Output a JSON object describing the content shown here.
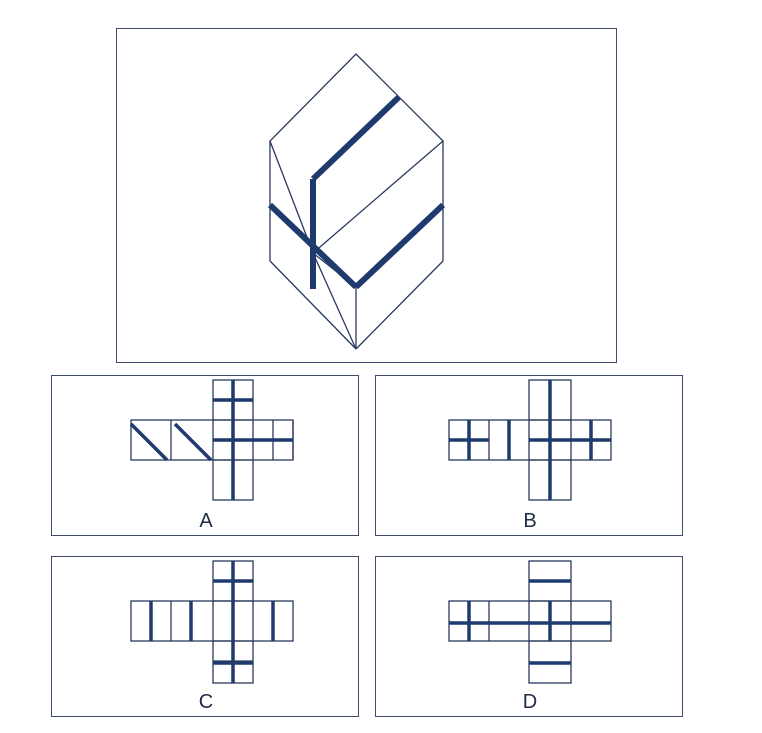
{
  "options": [
    {
      "label": "A"
    },
    {
      "label": "B"
    },
    {
      "label": "C"
    },
    {
      "label": "D"
    }
  ],
  "colors": {
    "line": "#2a3a5e",
    "stripe": "#1f3a6d",
    "border": "#3f4c6b"
  }
}
